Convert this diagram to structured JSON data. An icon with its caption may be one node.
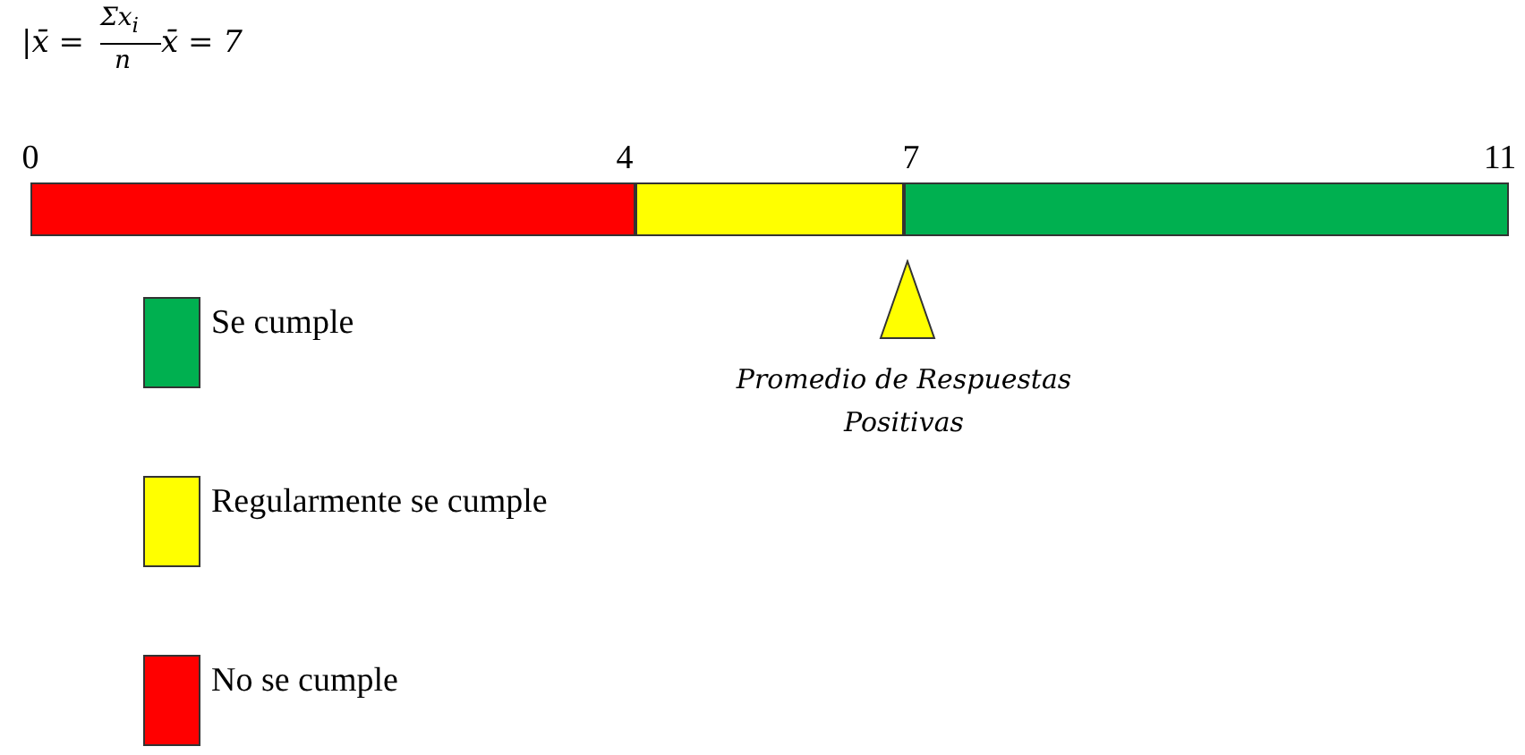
{
  "diagram": {
    "nodes": [
      {
        "text": [],
        "shape": "triangle",
        "beside": [
          "Promedio de Respuestas Positivas"
        ]
      }
    ],
    "labels": [
      "|x̄ =",
      "Σx$_{i}$",
      "n",
      "x̄ = 7",
      "0",
      "4",
      "7",
      "11"
    ],
    "legend": [
      {
        "text": "Se cumple",
        "color": "#00b050"
      },
      {
        "text": "Regularmente se cumple",
        "color": "#ffff00"
      },
      {
        "text": "No se cumple",
        "color": "#ff0000"
      }
    ]
  }
}
